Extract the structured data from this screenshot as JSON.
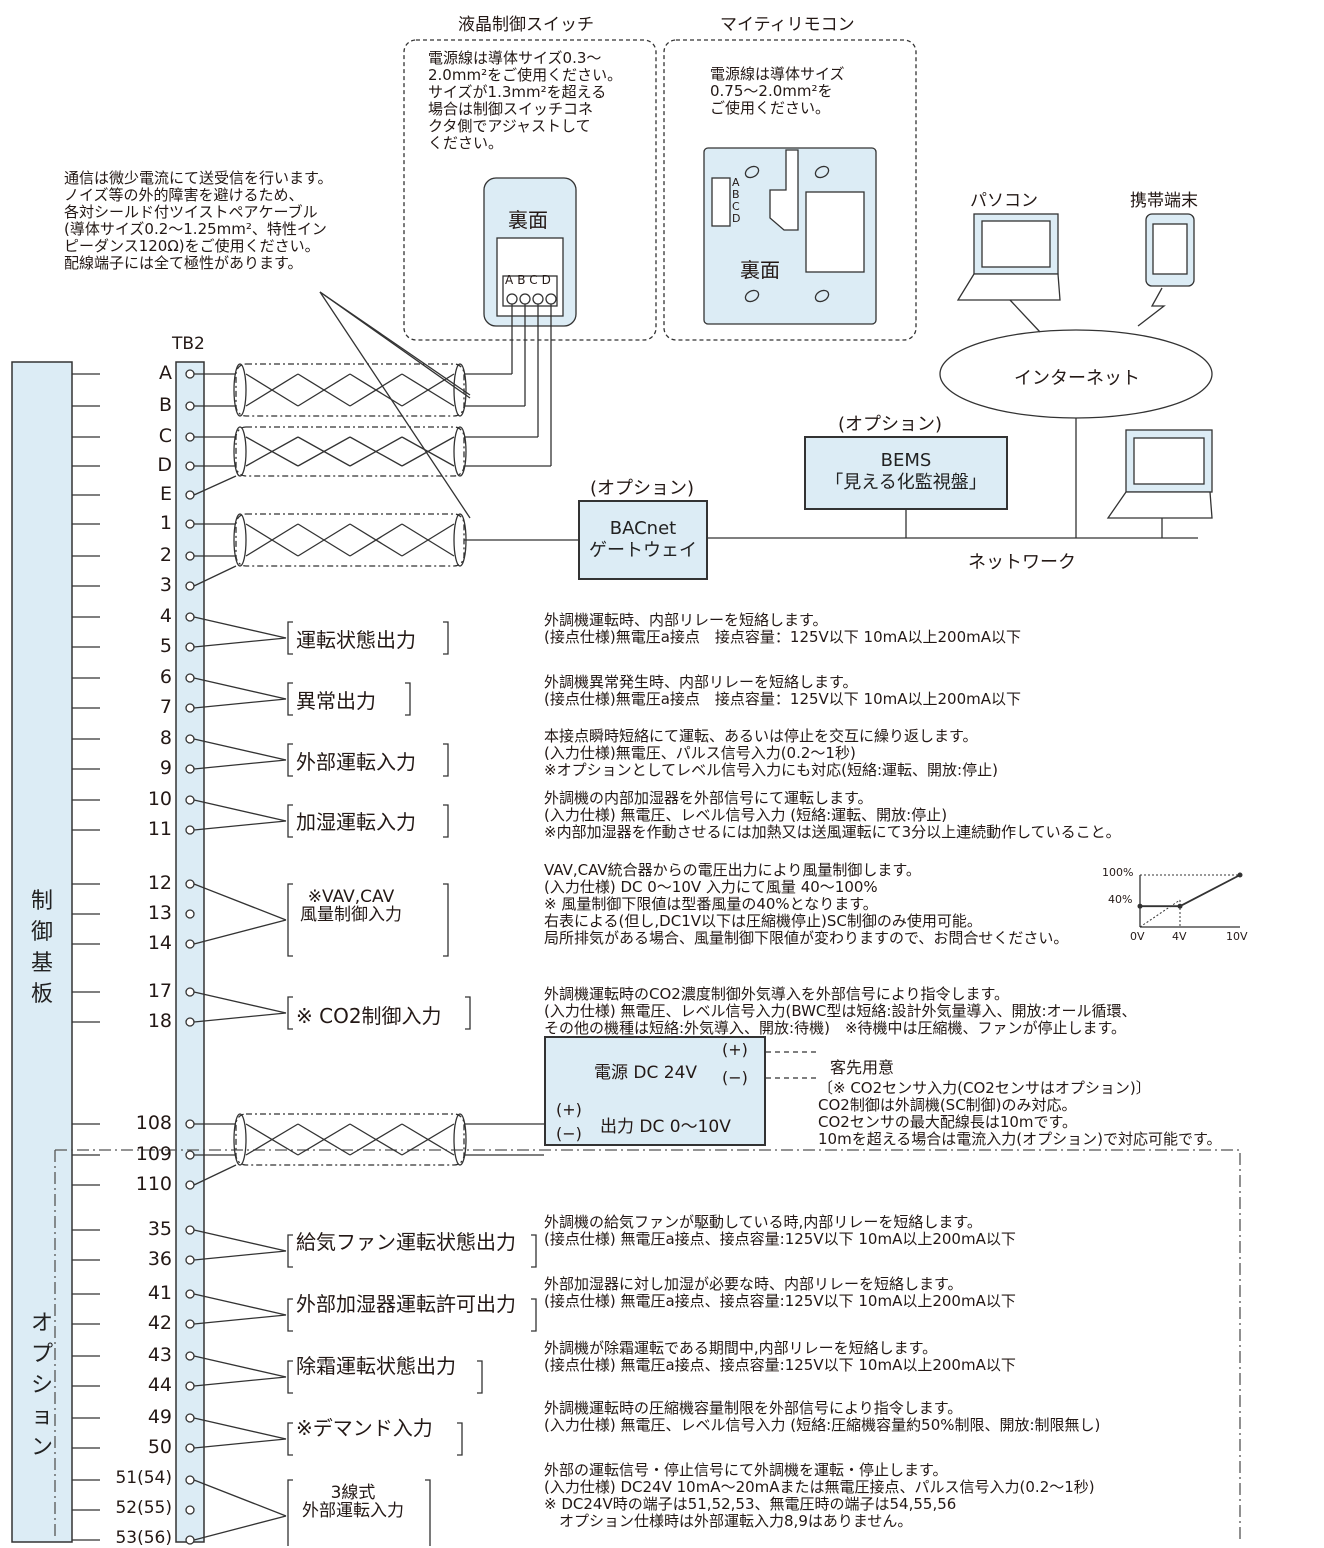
{
  "header": {
    "lcd_switch_title": "液晶制御スイッチ",
    "mighty_remote_title": "マイティリモコン"
  },
  "notes": {
    "lcd_switch_power": "電源線は導体サイズ0.3～\n2.0mm²をご使用ください。\nサイズが1.3mm²を超える\n場合は制御スイッチコネ\nクタ側でアジャストして\nください。",
    "remote_power": "電源線は導体サイズ\n0.75～2.0mm²を\nご使用ください。",
    "communication": "通信は微少電流にて送受信を行います。\nノイズ等の外的障害を避けるため、\n各対シールド付ツイストペアケーブル\n(導体サイズ0.2～1.25mm²、特性イン\nピーダンス120Ω)をご使用ください。\n配線端子には全て極性があります。"
  },
  "devices": {
    "back_label": "裏面",
    "switch_terminals": "ABCD",
    "remote_terminals": [
      "A",
      "B",
      "C",
      "D"
    ],
    "pc_label": "パソコン",
    "mobile_label": "携帯端末",
    "internet": "インターネット",
    "option_label": "(オプション)",
    "bems": "BEMS\n「見える化監視盤」",
    "bacnet": "BACnet\nゲートウェイ",
    "network": "ネットワーク"
  },
  "board": {
    "title": "制御基板",
    "chars": [
      "制",
      "御",
      "基",
      "板"
    ],
    "tb_label": "TB2",
    "option_chars": [
      "オ",
      "プ",
      "シ",
      "ョ",
      "ン"
    ]
  },
  "terminals": [
    "A",
    "B",
    "C",
    "D",
    "E",
    "1",
    "2",
    "3",
    "4",
    "5",
    "6",
    "7",
    "8",
    "9",
    "10",
    "11",
    "12",
    "13",
    "14",
    "17",
    "18",
    "108",
    "109",
    "110",
    "35",
    "36",
    "41",
    "42",
    "43",
    "44",
    "49",
    "50",
    "51(54)",
    "52(55)",
    "53(56)"
  ],
  "functions": [
    {
      "label": "運転状態出力",
      "desc": "外調機運転時、内部リレーを短絡します。\n(接点仕様)無電圧a接点　接点容量：125V以下 10mA以上200mA以下"
    },
    {
      "label": "異常出力",
      "desc": "外調機異常発生時、内部リレーを短絡します。\n(接点仕様)無電圧a接点　接点容量：125V以下 10mA以上200mA以下"
    },
    {
      "label": "外部運転入力",
      "desc": "本接点瞬時短絡にて運転、あるいは停止を交互に繰り返します。\n(入力仕様)無電圧、パルス信号入力(0.2～1秒)\n※オプションとしてレベル信号入力にも対応(短絡:運転、開放:停止)"
    },
    {
      "label": "加湿運転入力",
      "desc": "外調機の内部加湿器を外部信号にて運転します。\n(入力仕様) 無電圧、レベル信号入力 (短絡:運転、開放:停止)\n※内部加湿器を作動させるには加熱又は送風運転にて3分以上連続動作していること。"
    },
    {
      "label": "※VAV,CAV\n風量制御入力",
      "desc": "VAV,CAV統合器からの電圧出力により風量制御します。\n(入力仕様) DC 0～10V 入力にて風量 40～100%\n※ 風量制御下限値は型番風量の40%となります。\n右表による(但し,DC1V以下は圧縮機停止)SC制御のみ使用可能。\n局所排気がある場合、風量制御下限値が変わりますので、お問合せください。"
    },
    {
      "label": "※ CO2制御入力",
      "desc": "外調機運転時のCO2濃度制御外気導入を外部信号により指令します。\n(入力仕様) 無電圧、レベル信号入力(BWC型は短絡:設計外気量導入、開放:オール循環、\nその他の機種は短絡:外気導入、開放:待機)　※待機中は圧縮機、ファンが停止します。"
    },
    {
      "label": "給気ファン運転状態出力",
      "desc": "外調機の給気ファンが駆動している時,内部リレーを短絡します。\n(接点仕様) 無電圧a接点、接点容量:125V以下 10mA以上200mA以下"
    },
    {
      "label": "外部加湿器運転許可出力",
      "desc": "外部加湿器に対し加湿が必要な時、内部リレーを短絡します。\n(接点仕様) 無電圧a接点、接点容量:125V以下 10mA以上200mA以下"
    },
    {
      "label": "除霜運転状態出力",
      "desc": "外調機が除霜運転である期間中,内部リレーを短絡します。\n(接点仕様) 無電圧a接点、接点容量:125V以下 10mA以上200mA以下"
    },
    {
      "label": "※デマンド入力",
      "desc": "外調機運転時の圧縮機容量制限を外部信号により指令します。\n(入力仕様) 無電圧、レベル信号入力 (短絡:圧縮機容量約50%制限、開放:制限無し)"
    },
    {
      "label": "3線式\n外部運転入力",
      "desc": "外部の運転信号・停止信号にて外調機を運転・停止します。\n(入力仕様) DC24V 10mA～20mAまたは無電圧接点、パルス信号入力(0.2～1秒)\n※ DC24V時の端子は51,52,53、無電圧時の端子は54,55,56\n　オプション仕様時は外部運転入力8,9はありません。"
    }
  ],
  "sensor": {
    "power": "電源 DC 24V",
    "output": "出力 DC 0～10V",
    "plus": "(+)",
    "minus": "(−)",
    "customer": "客先用意",
    "desc": "〔※ CO2センサ入力(CO2センサはオプション)〕\nCO2制御は外調機(SC制御)のみ対応。\nCO2センサの最大配線長は10mです。\n10mを超える場合は電流入力(オプション)で対応可能です。"
  },
  "chart_data": {
    "type": "line",
    "title": "",
    "x_ticks": [
      "0V",
      "4V",
      "10V"
    ],
    "y_ticks": [
      "100%",
      "40%"
    ],
    "x": [
      0,
      4,
      10
    ],
    "y": [
      40,
      40,
      100
    ],
    "xlabel": "",
    "ylabel": ""
  },
  "colors": {
    "box_fill": "#dcecf5",
    "line": "#333333"
  }
}
